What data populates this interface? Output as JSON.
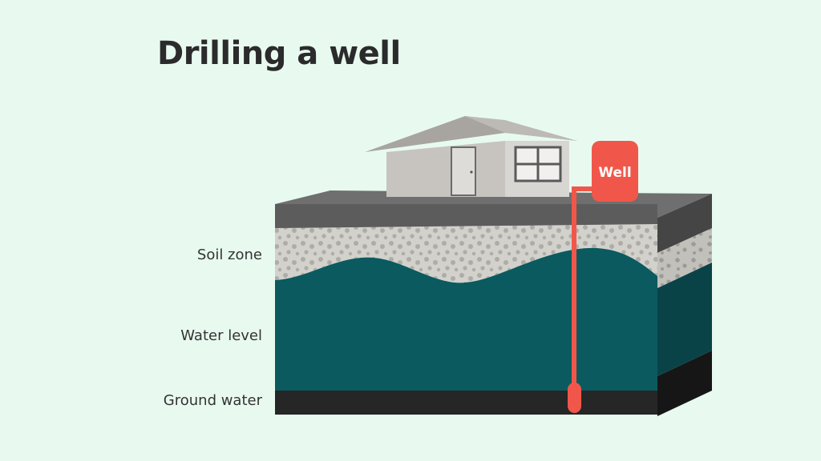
{
  "diagram": {
    "title": "Drilling a well",
    "layers": {
      "soil_zone": "Soil zone",
      "water_level": "Water level",
      "ground_water": "Ground water"
    },
    "well_label": "Well"
  },
  "colors": {
    "background": "#e8faf0",
    "topsoil": "#5f5f5f",
    "soil": "#cfcdc8",
    "water": "#0b5a5f",
    "bedrock": "#262626",
    "well": "#f0574a",
    "house_wall": "#c9c6c2",
    "house_roof": "#a9a6a2"
  }
}
